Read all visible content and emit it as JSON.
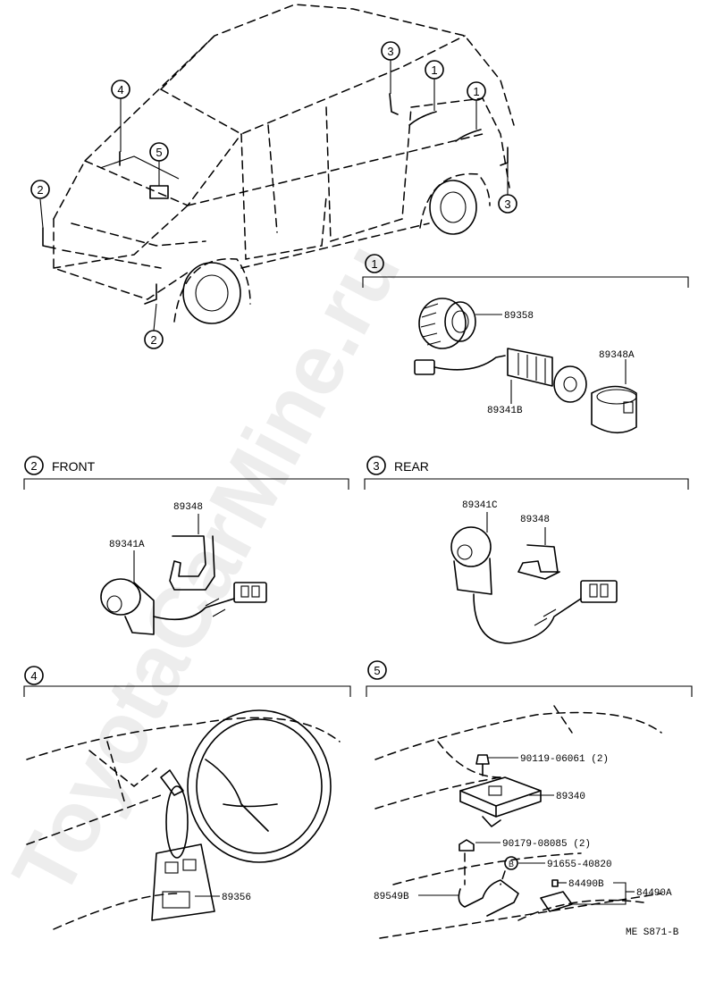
{
  "watermark": "ToyotaCarMine.ru",
  "callouts": {
    "c1": "1",
    "c2": "2",
    "c3": "3",
    "c4": "4",
    "c5": "5"
  },
  "sections": {
    "s2_title": "FRONT",
    "s3_title": "REAR"
  },
  "parts": {
    "p89358": "89358",
    "p89348A": "89348A",
    "p89341B": "89341B",
    "p89348_front": "89348",
    "p89341A": "89341A",
    "p89341C": "89341C",
    "p89348_rear": "89348",
    "p89356": "89356",
    "p90119": "90119-06061 (2)",
    "p89340": "89340",
    "p90179": "90179-08085 (2)",
    "p91655_mark": "B",
    "p91655": "91655-40820",
    "p84490B": "84490B",
    "p84490A": "84490A",
    "p89549B": "89549B"
  },
  "diagram_code": "ME S871-B"
}
